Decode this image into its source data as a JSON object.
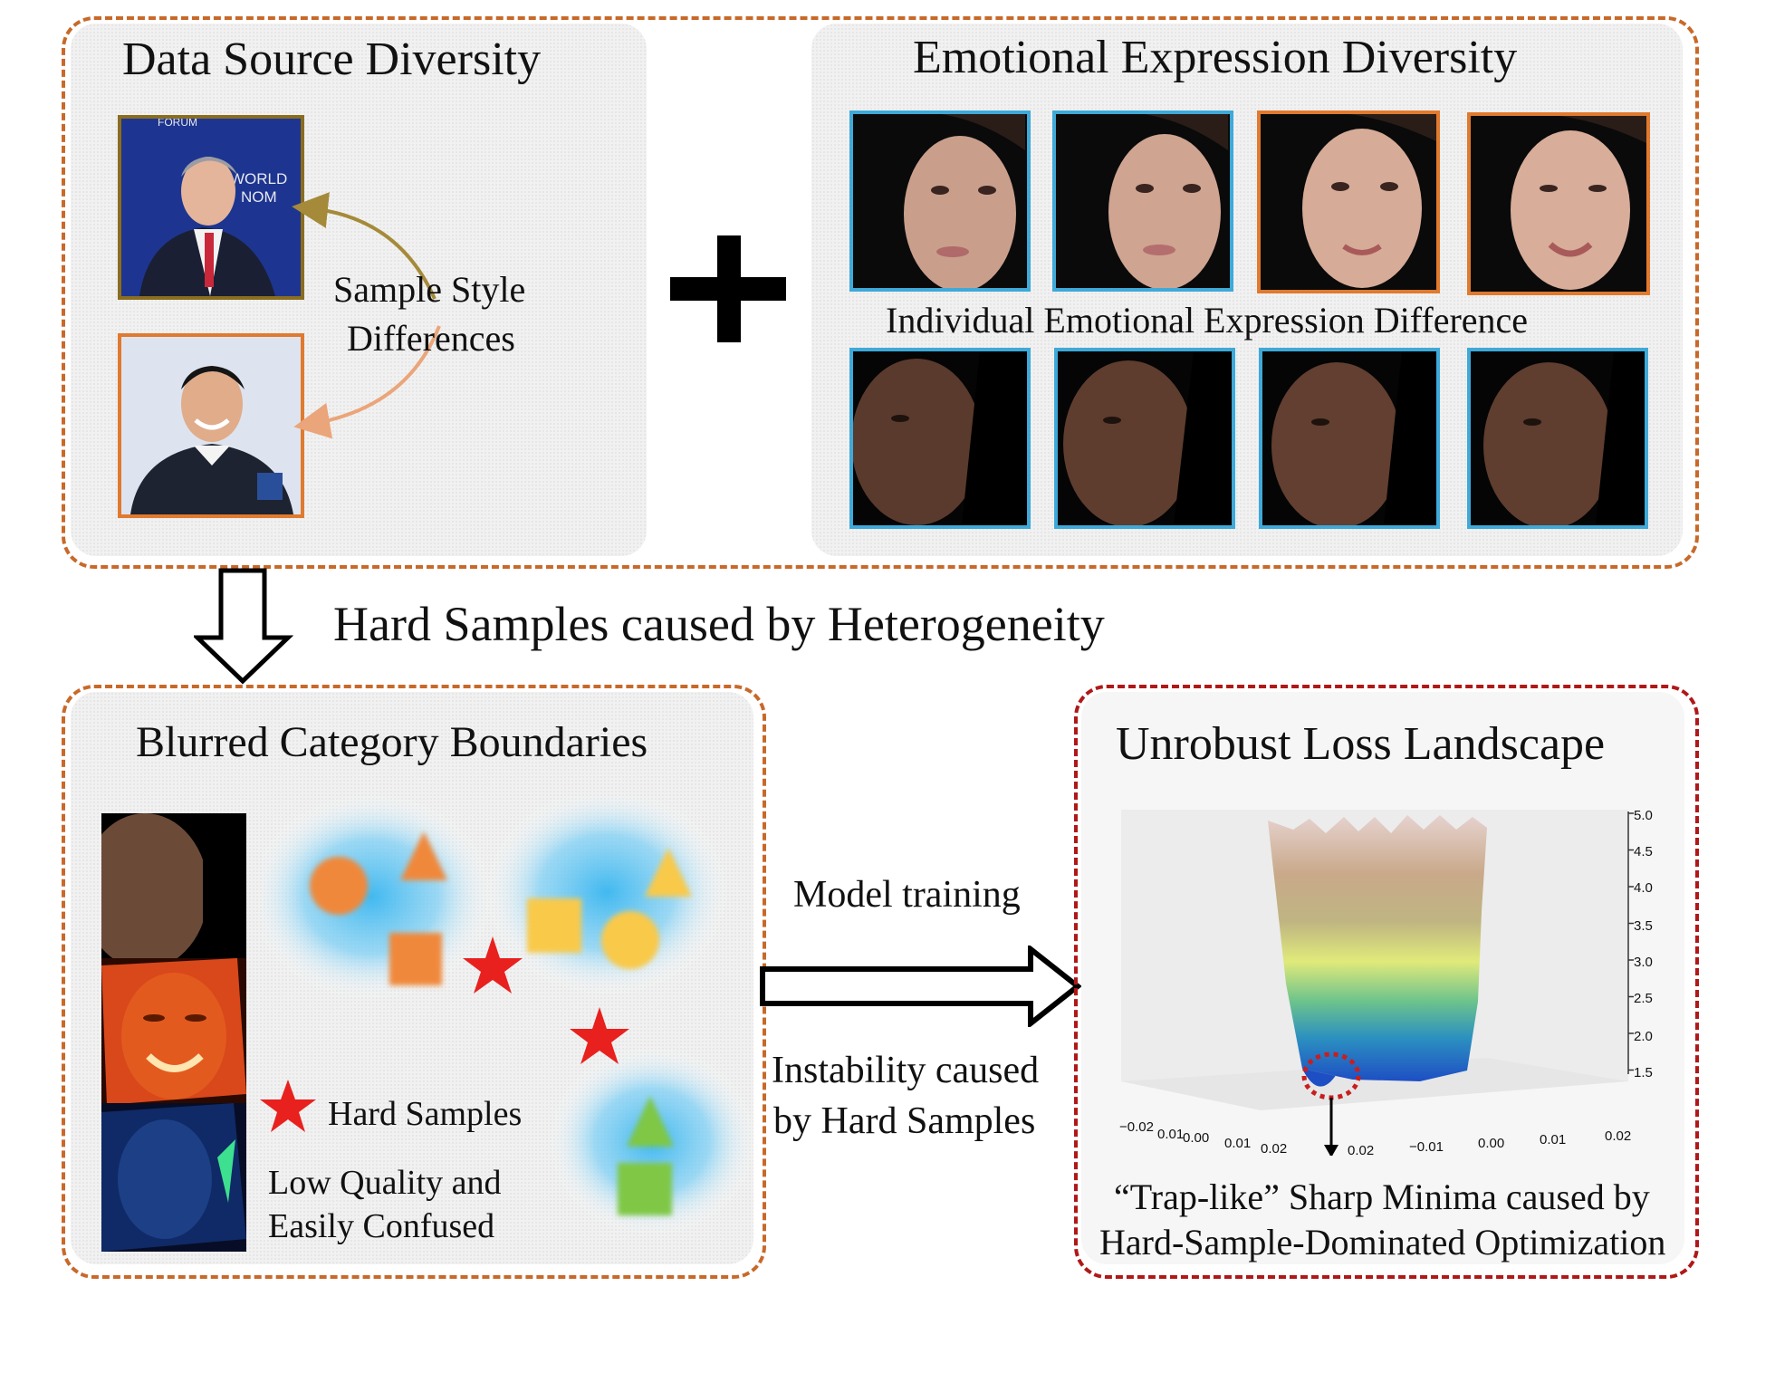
{
  "top": {
    "data_source": {
      "title": "Data Source Diversity",
      "label_line1": "Sample Style",
      "label_line2": "Differences",
      "photo1_text1": "WORLD",
      "photo1_text2": "NOM",
      "photo1_text3": "FORUM"
    },
    "emotion": {
      "title": "Emotional Expression Diversity",
      "middle_label": "Individual Emotional Expression Difference"
    }
  },
  "middle": {
    "caption": "Hard Samples caused by Heterogeneity"
  },
  "blurred": {
    "title": "Blurred Category Boundaries",
    "legend_label": "Hard Samples",
    "note_line1": "Low  Quality  and",
    "note_line2": "Easily Confused"
  },
  "arrow_labels": {
    "top": "Model training",
    "bottom_line1": "Instability caused",
    "bottom_line2": "by Hard Samples"
  },
  "loss": {
    "title": "Unrobust Loss Landscape",
    "z_ticks": [
      "5.0",
      "4.5",
      "4.0",
      "3.5",
      "3.0",
      "2.5",
      "2.0",
      "1.5"
    ],
    "x_ticks_left": [
      "−0.02",
      "0.01",
      "0.00",
      "0.01",
      "0.02"
    ],
    "x_ticks_right": [
      "0.02",
      "−0.01",
      "0.00",
      "0.01",
      "0.02"
    ],
    "caption_line1": "“Trap-like” Sharp Minima caused by",
    "caption_line2": "Hard-Sample-Dominated Optimization"
  },
  "colors": {
    "orange_dash": "#c8692a",
    "red_dash": "#b01818",
    "face_border_blue": "#3fa9d8",
    "face_border_orange": "#e07a2f",
    "star": "#e8211e"
  }
}
